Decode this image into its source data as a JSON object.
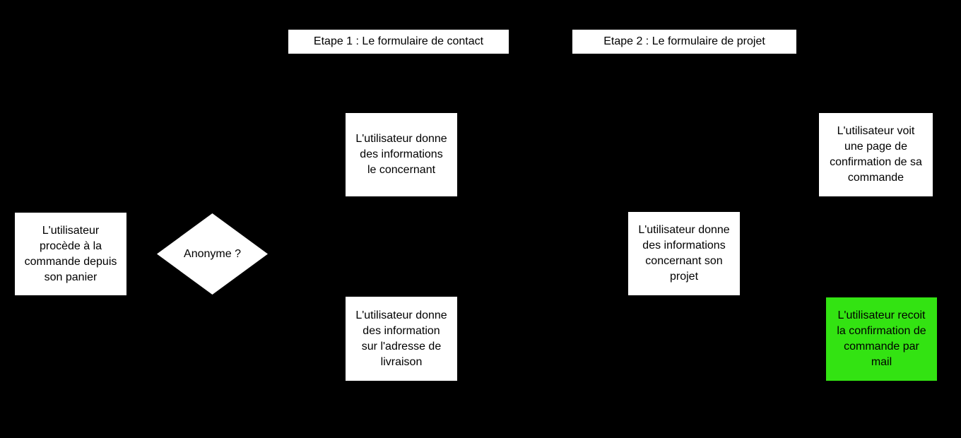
{
  "canvas": {
    "background": "#000000"
  },
  "stages": [
    {
      "label": "Etape 1 : Le formulaire de contact",
      "fill": "#ffffff"
    },
    {
      "label": "Etape 2 : Le formulaire de projet",
      "fill": "#ffffff"
    }
  ],
  "nodes": [
    {
      "id": "checkout-from-cart",
      "shape": "rectangle",
      "fill": "#ffffff",
      "text_color": "#000000",
      "label": "L'utilisateur\nprocède à la\ncommande depuis\nson panier"
    },
    {
      "id": "anonymous-decision",
      "shape": "diamond",
      "fill": "#ffffff",
      "text_color": "#000000",
      "label": "Anonyme ?"
    },
    {
      "id": "personal-info",
      "shape": "rectangle",
      "fill": "#ffffff",
      "text_color": "#000000",
      "label": "L'utilisateur donne\ndes informations\nle concernant"
    },
    {
      "id": "delivery-address-info",
      "shape": "rectangle",
      "fill": "#ffffff",
      "text_color": "#000000",
      "label": "L'utilisateur donne\ndes information\nsur l'adresse de\nlivraison"
    },
    {
      "id": "project-info",
      "shape": "rectangle",
      "fill": "#ffffff",
      "text_color": "#000000",
      "label": "L'utilisateur donne\ndes informations\nconcernant son\nprojet"
    },
    {
      "id": "confirmation-page",
      "shape": "rectangle",
      "fill": "#ffffff",
      "text_color": "#000000",
      "label": "L'utilisateur voit\nune page de\nconfirmation de sa\ncommande"
    },
    {
      "id": "confirmation-email",
      "shape": "rectangle",
      "fill": "#33e312",
      "text_color": "#000000",
      "label": "L'utilisateur recoit\nla confirmation de\ncommande par\nmail"
    }
  ]
}
